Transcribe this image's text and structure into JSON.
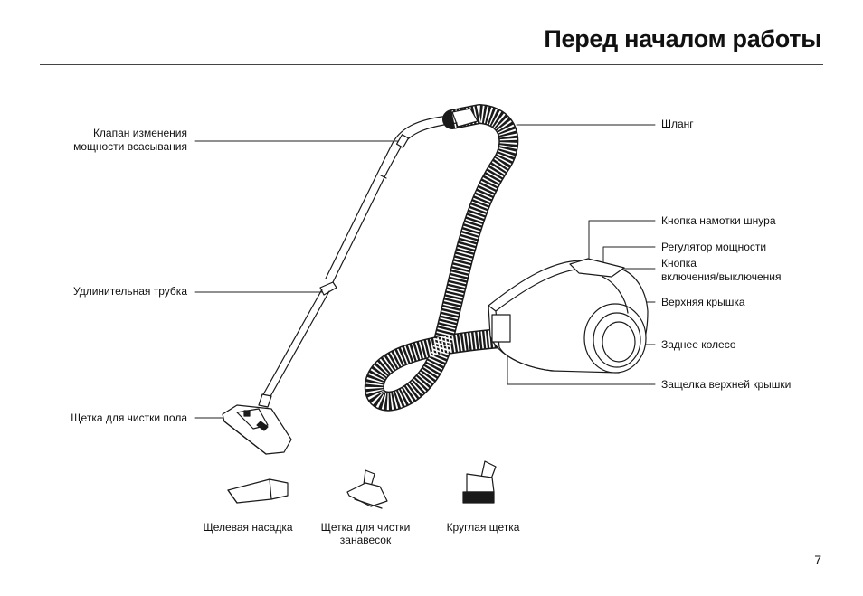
{
  "header": {
    "title": "Перед началом работы"
  },
  "labels_left": {
    "valve_line1": "Клапан изменения",
    "valve_line2": "мощности всасывания",
    "tube": "Удлинительная трубка",
    "floor_brush": "Щетка для чистки пола"
  },
  "labels_right": {
    "hose": "Шланг",
    "cord_button": "Кнопка намотки шнура",
    "power_regulator": "Регулятор мощности",
    "power_button_line1": "Кнопка",
    "power_button_line2": "включения/выключения",
    "top_cover": "Верхняя крышка",
    "rear_wheel": "Заднее колесо",
    "cover_latch": "Защелка верхней крышки"
  },
  "accessories": {
    "crevice": "Щелевая насадка",
    "curtain_line1": "Щетка для чистки",
    "curtain_line2": "занавесок",
    "round": "Круглая щетка"
  },
  "page_number": "7",
  "icons": [
    "vacuum-cleaner-icon",
    "crevice-nozzle-icon",
    "curtain-brush-icon",
    "round-brush-icon"
  ]
}
